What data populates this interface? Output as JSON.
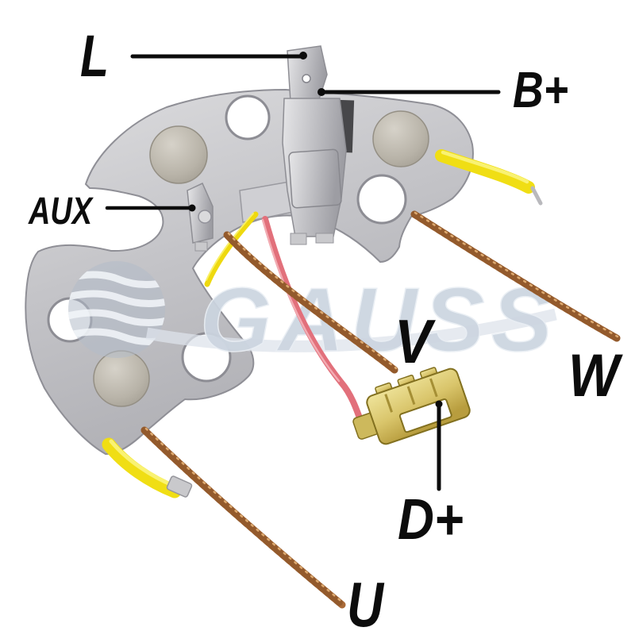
{
  "background": "#ffffff",
  "watermark": {
    "text": "GAUSS",
    "color": "#ccd5e0"
  },
  "labels": {
    "l": "L",
    "b_plus": "B+",
    "aux": "AUX",
    "v": "V",
    "w": "W",
    "d_plus": "D+",
    "u": "U"
  },
  "colors": {
    "label_text": "#0c0c0c",
    "leader_line": "#0c0c0c",
    "plate_silver": "#c6c6c9",
    "diode_disc": "#b5b0a5",
    "diode_body_dark": "#47474a",
    "wire_yellow": "#f0de14",
    "wire_red": "#e2707b",
    "wire_copper": "#aa6a38",
    "connector_brass": "#d9c56b"
  }
}
